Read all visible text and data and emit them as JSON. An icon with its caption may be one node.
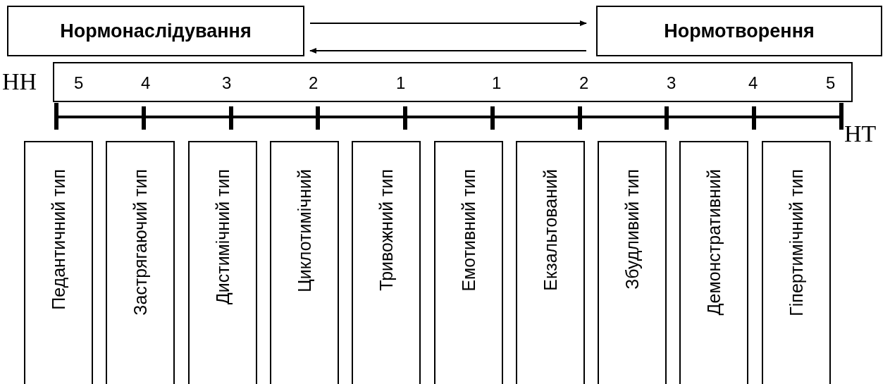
{
  "diagram": {
    "nodes": [
      {
        "text": [
          "Нормонаслідування"
        ]
      },
      {
        "text": [
          "Нормотворення"
        ]
      },
      {
        "text": [
          "5",
          "4",
          "3",
          "2",
          "1",
          "1",
          "2",
          "3",
          "4",
          "5"
        ]
      },
      {
        "text": [
          "Педантичний тип"
        ]
      },
      {
        "text": [
          "Застрягаючий тип"
        ]
      },
      {
        "text": [
          "Дистимічний тип"
        ]
      },
      {
        "text": [
          "Циклотимічний"
        ]
      },
      {
        "text": [
          "Тривожний тип"
        ]
      },
      {
        "text": [
          "Емотивний тип"
        ]
      },
      {
        "text": [
          "Екзальтований"
        ]
      },
      {
        "text": [
          "Збудливий тип"
        ]
      },
      {
        "text": [
          "Демонстративний"
        ]
      },
      {
        "text": [
          "Гіпертимічний тип"
        ]
      }
    ],
    "edges": [
      {
        "from": 0,
        "to": 1,
        "arrow": "to"
      },
      {
        "from": 1,
        "to": 0,
        "arrow": "to"
      }
    ],
    "labels": [
      "НН",
      "НТ"
    ]
  }
}
